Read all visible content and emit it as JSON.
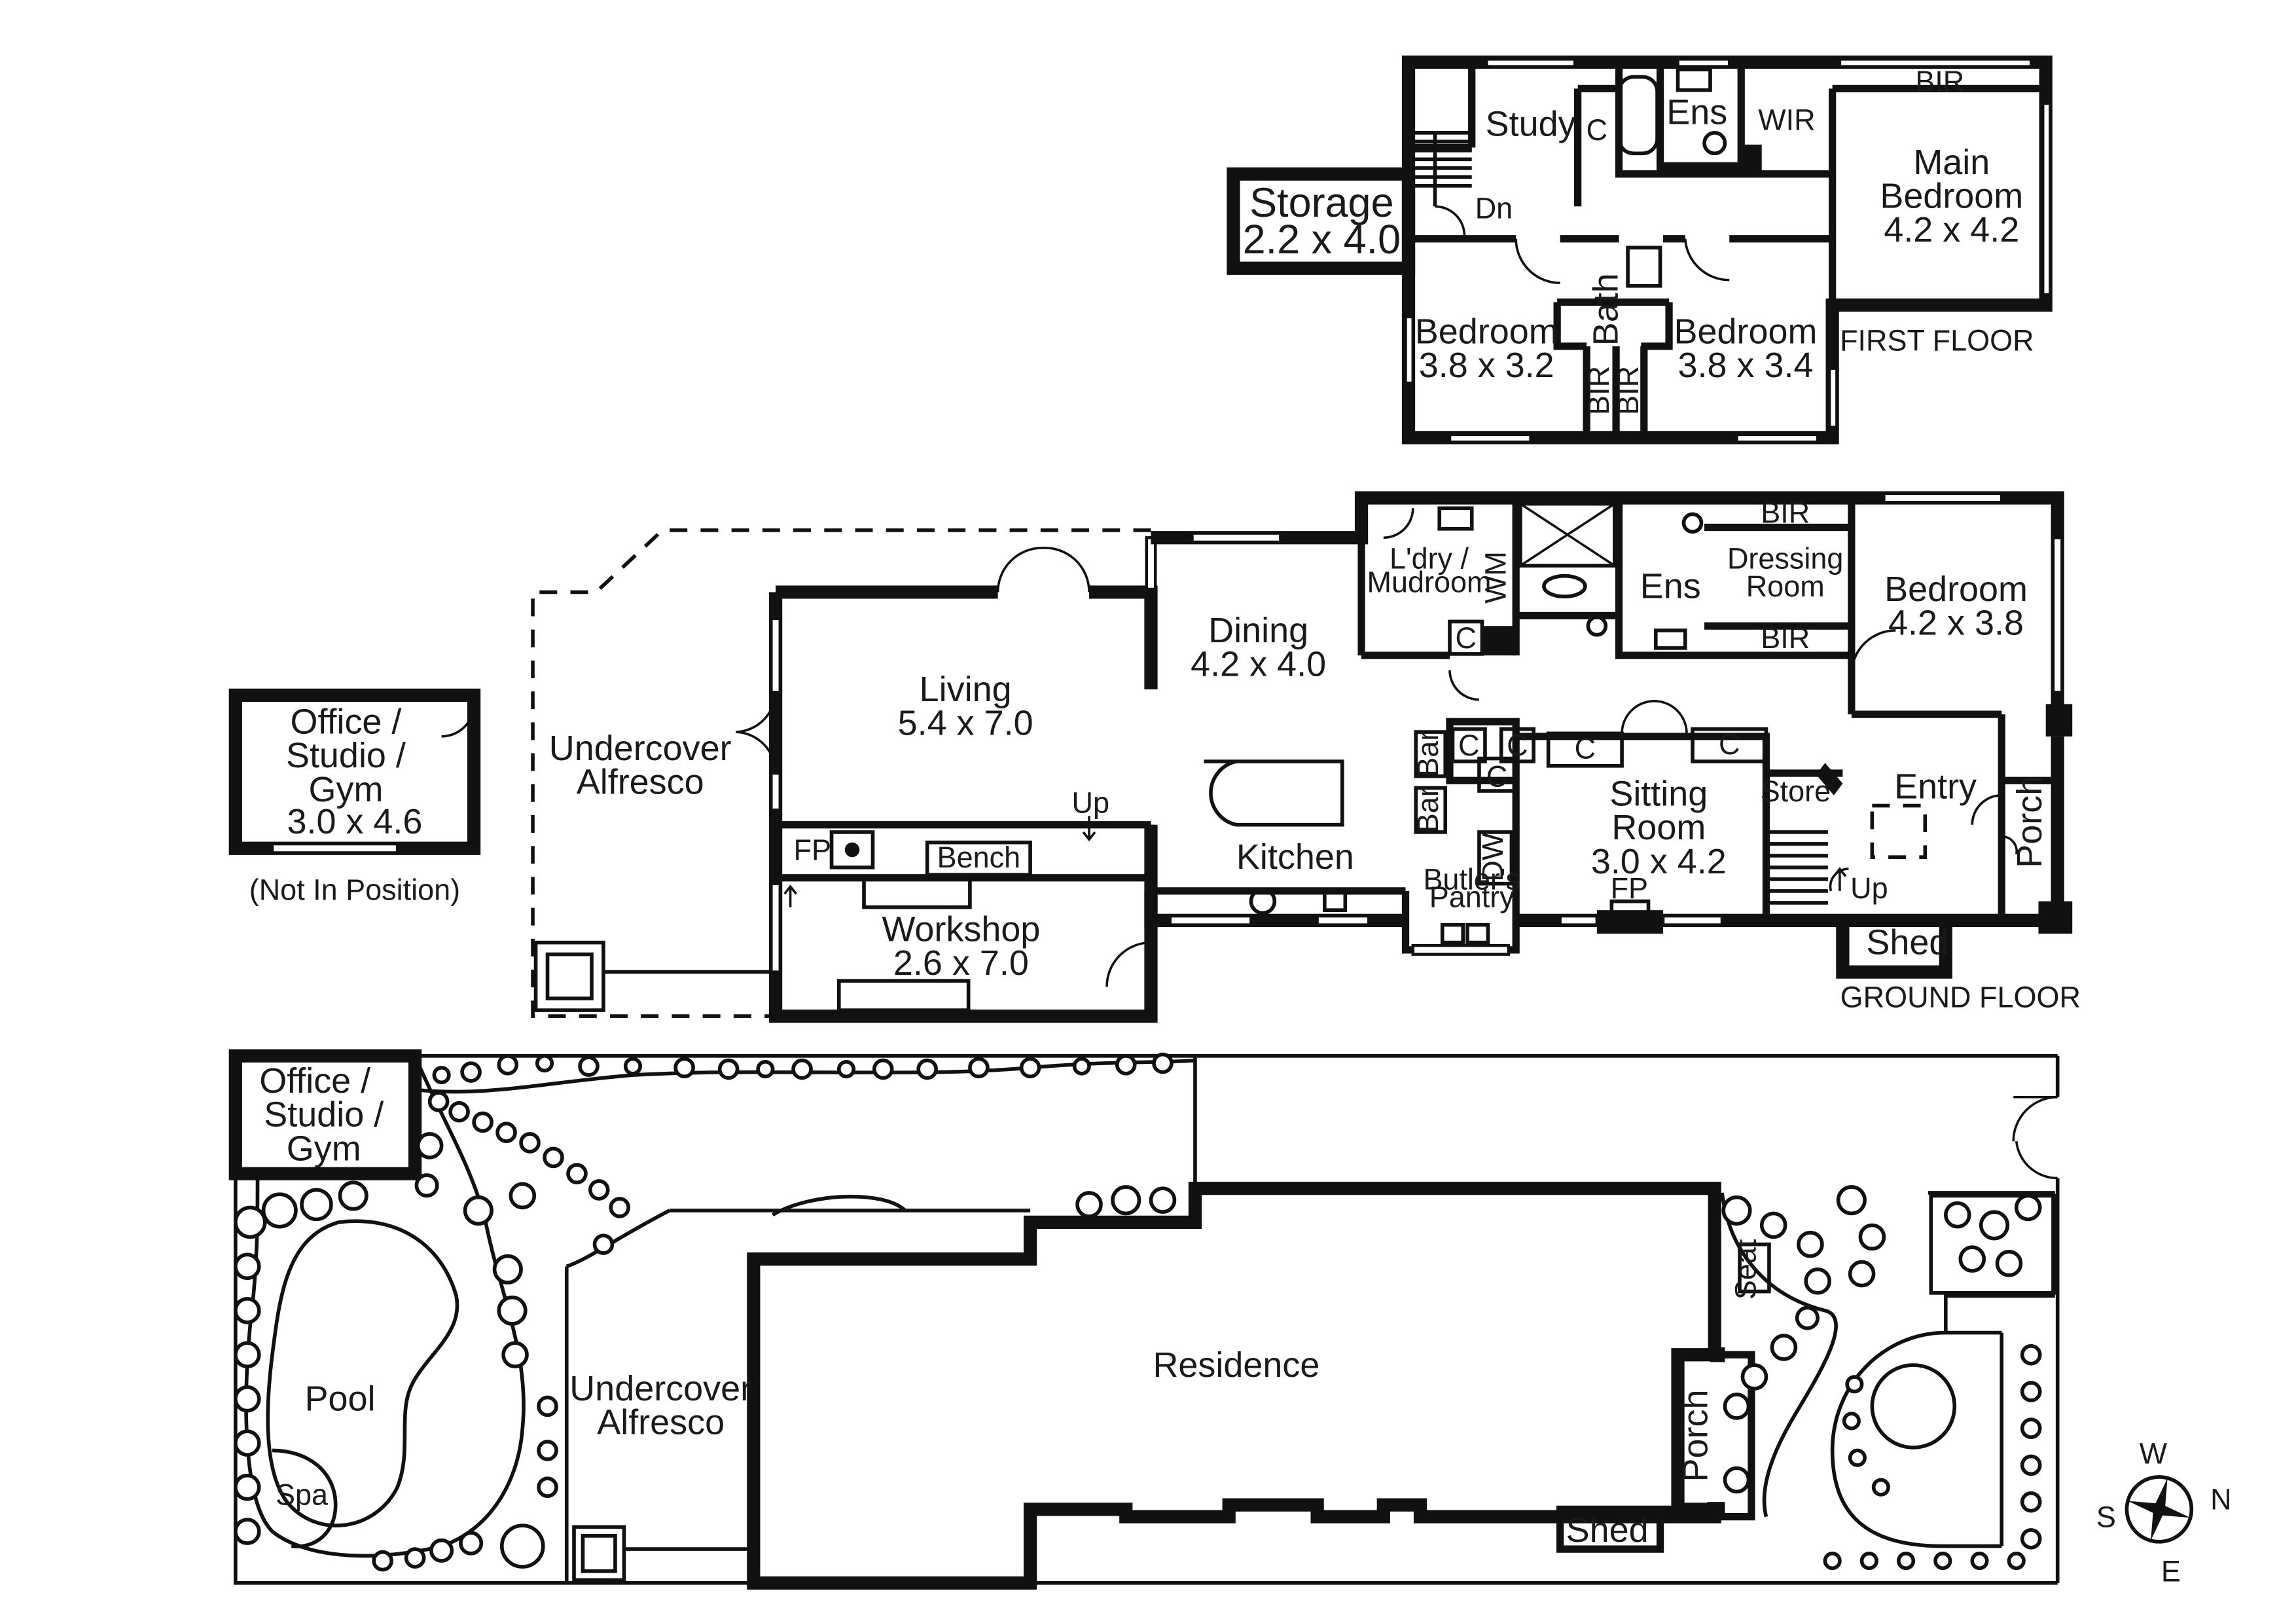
{
  "floor_labels": {
    "first": "FIRST FLOOR",
    "ground": "GROUND FLOOR"
  },
  "first_floor": {
    "storage": "Storage",
    "storage_dim": "2.2 x 4.0",
    "study": "Study",
    "c": "C",
    "dn": "Dn",
    "ens": "Ens",
    "wir": "WIR",
    "bir": "BIR",
    "main_bedroom_1": "Main",
    "main_bedroom_2": "Bedroom",
    "main_bedroom_dim": "4.2 x 4.2",
    "bedroom_a": "Bedroom",
    "bedroom_a_dim": "3.8 x 3.2",
    "bath": "Bath",
    "bedroom_b": "Bedroom",
    "bedroom_b_dim": "3.8 x 3.4",
    "bir_left": "BIR",
    "bir_right": "BIR"
  },
  "ground_floor": {
    "office_1": "Office /",
    "office_2": "Studio /",
    "office_3": "Gym",
    "office_dim": "3.0 x 4.6",
    "not_in_position": "(Not In Position)",
    "alfresco_1": "Undercover",
    "alfresco_2": "Alfresco",
    "living": "Living",
    "living_dim": "5.4 x 7.0",
    "fp": "FP",
    "bench": "Bench",
    "up": "Up",
    "workshop": "Workshop",
    "workshop_dim": "2.6 x 7.0",
    "dining": "Dining",
    "dining_dim": "4.2 x 4.0",
    "kitchen": "Kitchen",
    "laundry_1": "L'dry /",
    "laundry_2": "Mudroom",
    "wm": "WM",
    "c": "C",
    "bar": "Bar",
    "dw": "DW",
    "butlers_1": "Butler's",
    "butlers_2": "Pantry",
    "ens": "Ens",
    "dressing_1": "Dressing",
    "dressing_2": "Room",
    "bir": "BIR",
    "bedroom": "Bedroom",
    "bedroom_dim": "4.2 x 3.8",
    "sitting_1": "Sitting",
    "sitting_2": "Room",
    "sitting_dim": "3.0 x 4.2",
    "store": "Store",
    "entry": "Entry",
    "porch": "Porch",
    "shed": "Shed"
  },
  "site_plan": {
    "office_1": "Office /",
    "office_2": "Studio /",
    "office_3": "Gym",
    "pool": "Pool",
    "spa": "Spa",
    "alfresco_1": "Undercover",
    "alfresco_2": "Alfresco",
    "residence": "Residence",
    "seat": "Seat",
    "porch": "Porch",
    "shed": "Shed"
  },
  "compass": {
    "w": "W",
    "n": "N",
    "s": "S",
    "e": "E"
  }
}
